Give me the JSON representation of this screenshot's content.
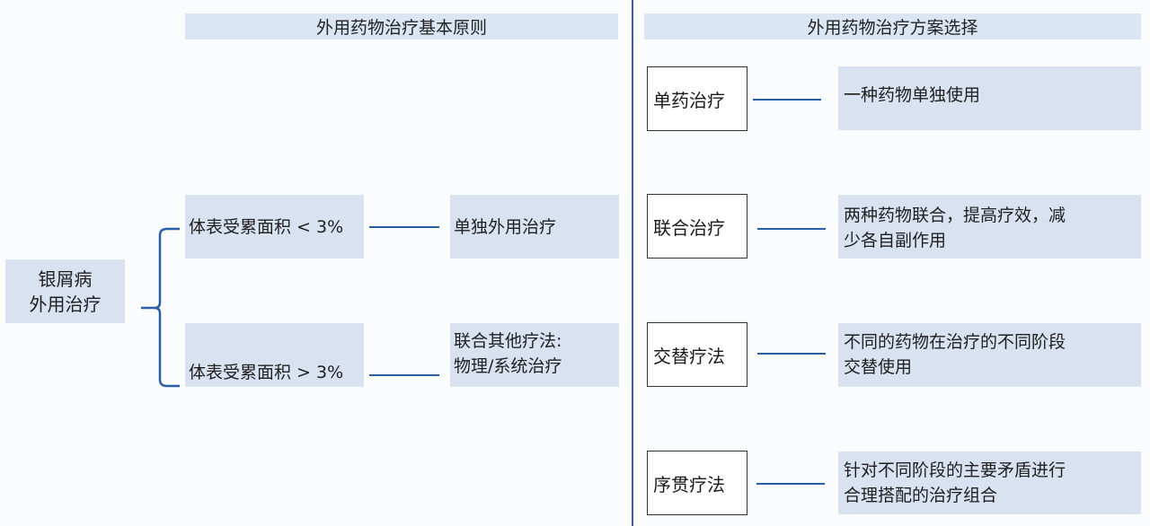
{
  "left": {
    "header": "外用药物治疗基本原则",
    "root": [
      "银屑病",
      "外用治疗"
    ],
    "branches": [
      {
        "condition": "体表受累面积 < 3%",
        "result": [
          "单独外用治疗"
        ]
      },
      {
        "condition": "体表受累面积 > 3%",
        "result": [
          "联合其他疗法:",
          "物理/系统治疗"
        ]
      }
    ]
  },
  "right": {
    "header": "外用药物治疗方案选择",
    "rows": [
      {
        "method": "单药治疗",
        "desc": [
          "一种药物单独使用"
        ]
      },
      {
        "method": "联合治疗",
        "desc": [
          "两种药物联合，提高疗效，减",
          "少各自副作用"
        ]
      },
      {
        "method": "交替疗法",
        "desc": [
          "不同的药物在治疗的不同阶段",
          "交替使用"
        ]
      },
      {
        "method": "序贯疗法",
        "desc": [
          "针对不同阶段的主要矛盾进行",
          "合理搭配的治疗组合"
        ]
      }
    ]
  },
  "colors": {
    "box_fill": "#d9e2f1",
    "header_fill": "#dbe6f4",
    "line": "#2a5ea8"
  }
}
